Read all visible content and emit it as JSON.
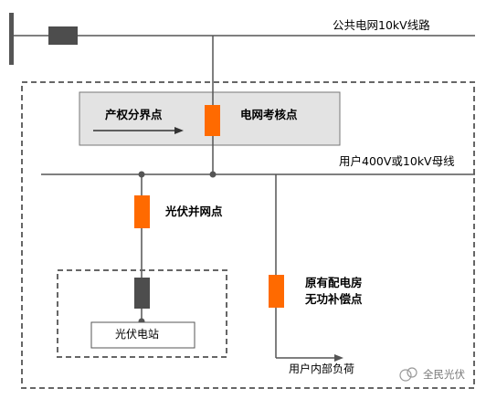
{
  "labels": {
    "grid_line": "公共电网10kV线路",
    "property_boundary": "产权分界点",
    "grid_assessment": "电网考核点",
    "user_bus": "用户400V或10kV母线",
    "pv_grid_point": "光伏并网点",
    "original_comp": "原有配电房\n无功补偿点",
    "pv_station": "光伏电站",
    "user_load": "用户内部负荷",
    "watermark": "全民光伏"
  },
  "colors": {
    "orange": "#ff6a00",
    "dark_box": "#4d4d4d",
    "line": "#555555",
    "shade": "#e3e3e3"
  }
}
